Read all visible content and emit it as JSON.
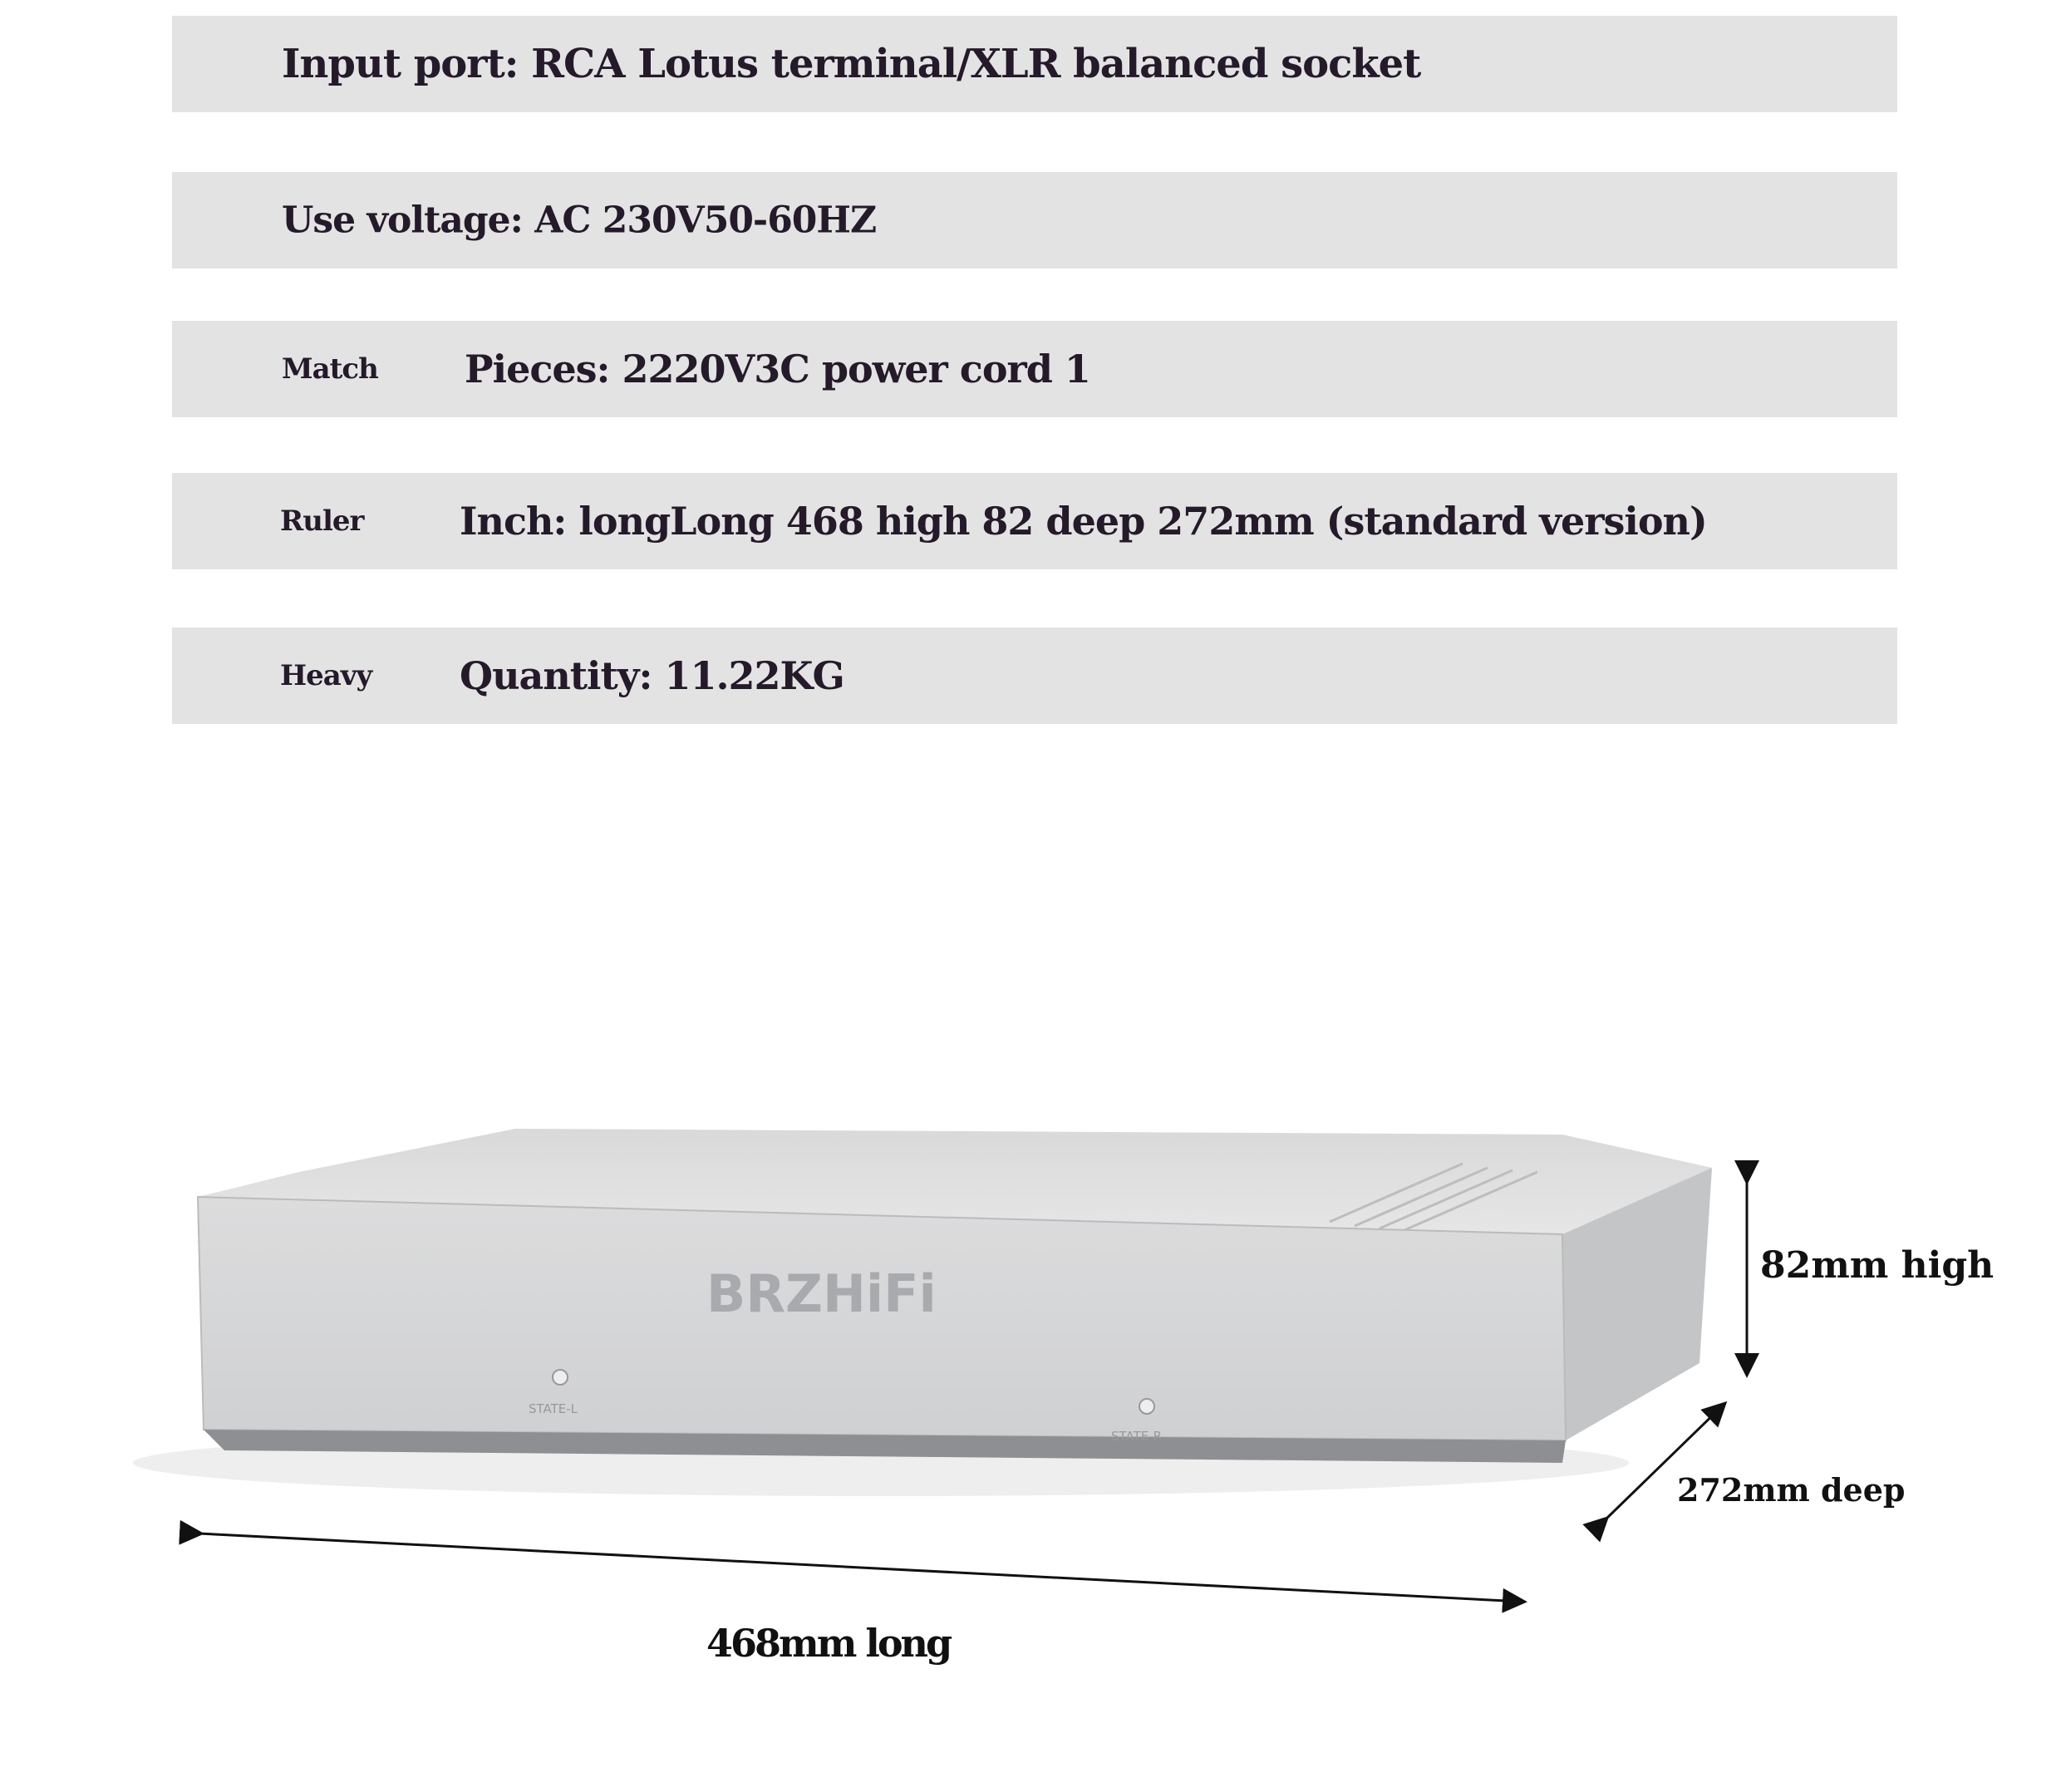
{
  "specs": [
    {
      "text": "Input port: RCA Lotus terminal/XLR balanced socket"
    },
    {
      "text": "Use voltage: AC 230V50-60HZ"
    },
    {
      "label": "Match",
      "value": "Pieces: 2220V3C power cord 1"
    },
    {
      "label": "Ruler",
      "value": "Inch: longLong 468 high 82 deep 272mm (standard version)"
    },
    {
      "label": "Heavy",
      "value": "Quantity: 11.22KG"
    }
  ],
  "product": {
    "brand": "BRZHiFi",
    "led_left": "STATE-L",
    "led_right": "STATE-R"
  },
  "dimensions": {
    "height": "82mm high",
    "depth": "272mm deep",
    "length": "468mm long"
  }
}
